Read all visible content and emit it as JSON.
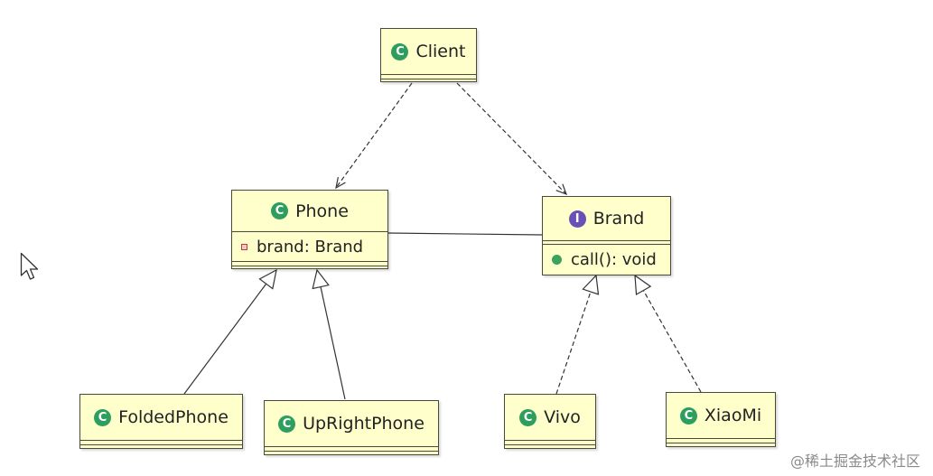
{
  "classes": {
    "client": {
      "name": "Client",
      "kind": "class"
    },
    "phone": {
      "name": "Phone",
      "kind": "class",
      "field": "brand: Brand"
    },
    "brand": {
      "name": "Brand",
      "kind": "interface",
      "method": "call(): void"
    },
    "folded_phone": {
      "name": "FoldedPhone",
      "kind": "class"
    },
    "upright_phone": {
      "name": "UpRightPhone",
      "kind": "class"
    },
    "vivo": {
      "name": "Vivo",
      "kind": "class"
    },
    "xiaomi": {
      "name": "XiaoMi",
      "kind": "class"
    }
  },
  "icons": {
    "class": "C",
    "interface": "I"
  },
  "colors": {
    "box_fill": "#ffffcc",
    "class_icon": "#2e9e5e",
    "interface_icon": "#6a4fb5"
  },
  "watermark": "@稀土掘金技术社区"
}
